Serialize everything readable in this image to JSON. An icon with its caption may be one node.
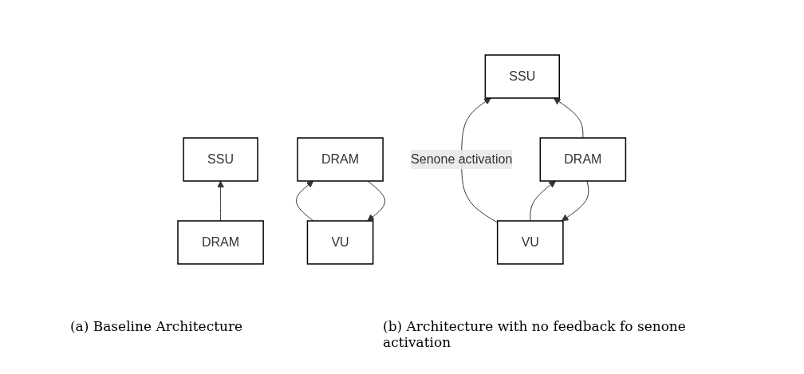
{
  "diagram": {
    "nodes": [
      {
        "text": [
          "SSU"
        ]
      },
      {
        "text": [
          "VU"
        ]
      },
      {
        "text": [
          "DRAM"
        ]
      },
      {
        "text": [
          "SSU"
        ]
      },
      {
        "text": [
          "VU"
        ]
      },
      {
        "text": [
          "DRAM"
        ]
      },
      {
        "text": [
          "DRAM"
        ]
      }
    ],
    "edges": [
      {
        "from": 1,
        "to": 0,
        "arrow": "to",
        "label": "Senone activation"
      },
      {
        "from": 2,
        "to": 0,
        "arrow": "to"
      },
      {
        "from": 2,
        "to": 1,
        "arrow": "to"
      },
      {
        "from": 1,
        "to": 2,
        "arrow": "to"
      },
      {
        "from": 5,
        "to": 3,
        "arrow": "to"
      },
      {
        "from": 6,
        "to": 4,
        "arrow": "to"
      },
      {
        "from": 4,
        "to": 6,
        "arrow": "to"
      }
    ],
    "labels": [
      "(a) Baseline Architecture",
      "(b) Architecture with no feedback fo senone activation"
    ]
  }
}
